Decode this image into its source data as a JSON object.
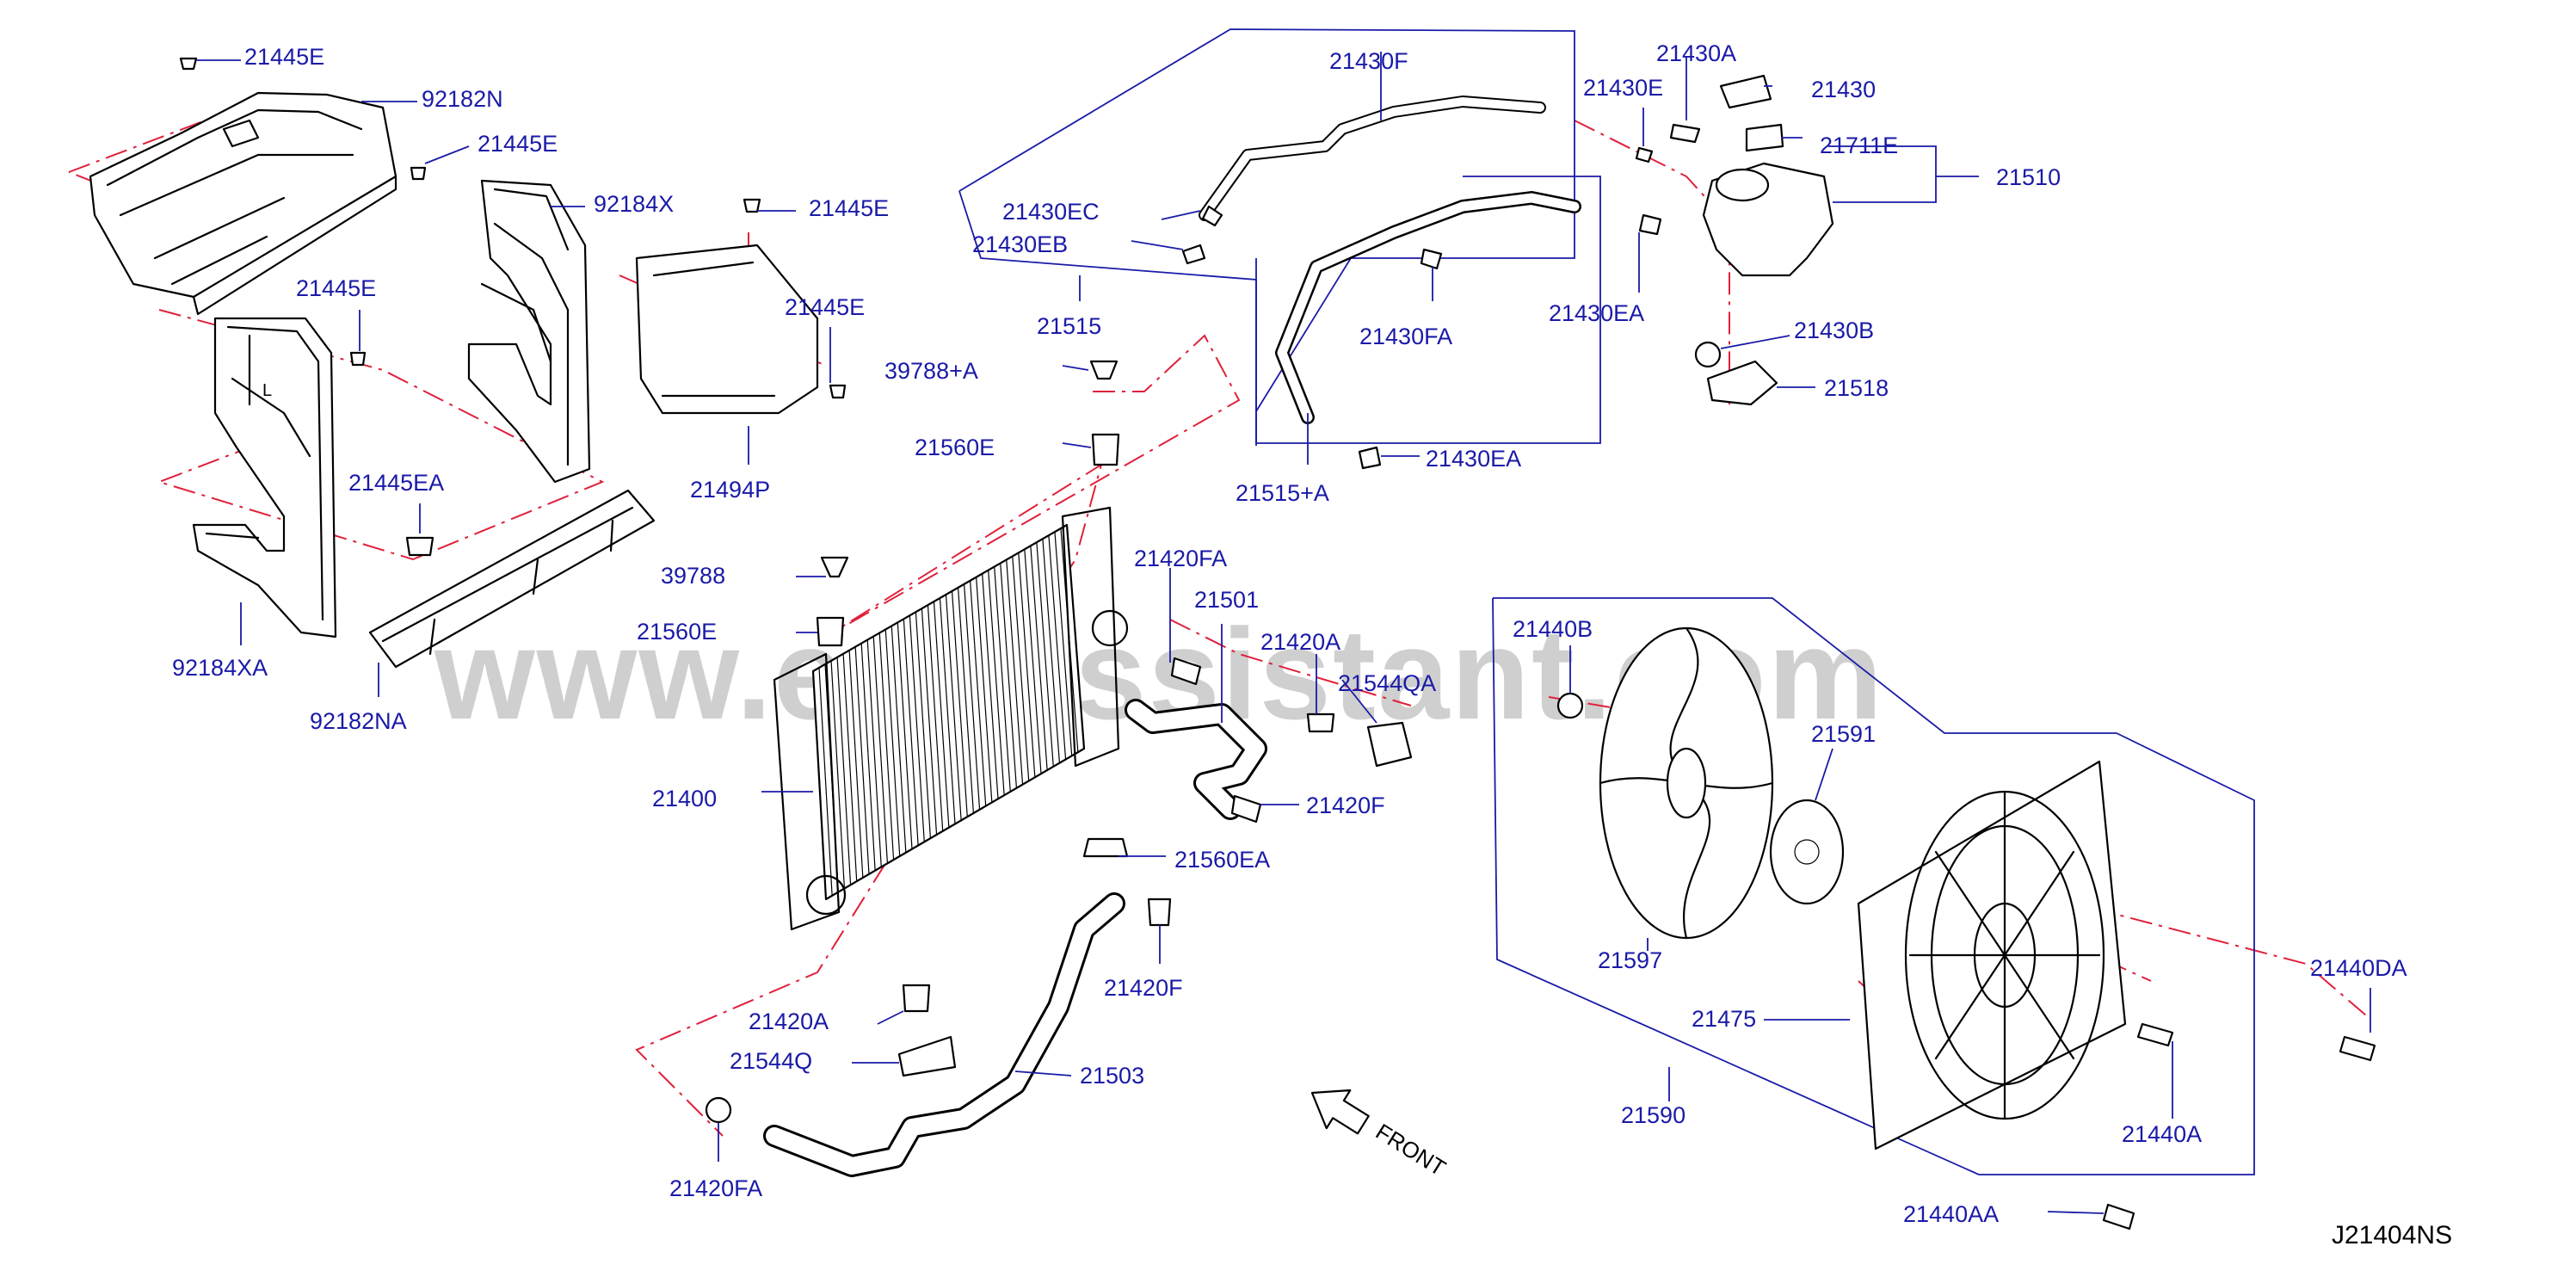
{
  "diagram": {
    "watermark": "www.epcassistant.com",
    "diagram_code": "J21404NS",
    "front_label": "FRONT",
    "labels": {
      "l21445E_a": "21445E",
      "l92182N": "92182N",
      "l21445E_b": "21445E",
      "l92184X": "92184X",
      "l21445E_c": "21445E",
      "l21445E_d": "21445E",
      "l21445E_e": "21445E",
      "l21445EA": "21445EA",
      "l92184XA": "92184XA",
      "l92182NA": "92182NA",
      "l21494P": "21494P",
      "l21430F": "21430F",
      "l21430EC": "21430EC",
      "l21430EB": "21430EB",
      "l21515": "21515",
      "l39788A": "39788+A",
      "l21560E_a": "21560E",
      "l21430FA": "21430FA",
      "l21430EA_a": "21430EA",
      "l21430EA_b": "21430EA",
      "l21515A": "21515+A",
      "l21430A": "21430A",
      "l21430E_top": "21430E",
      "l21430": "21430",
      "l21711E": "21711E",
      "l21510": "21510",
      "l21430B": "21430B",
      "l21518": "21518",
      "l39788": "39788",
      "l21560E_b": "21560E",
      "l21400": "21400",
      "l21420FA_a": "21420FA",
      "l21501": "21501",
      "l21420A_a": "21420A",
      "l21544QA": "21544QA",
      "l21420F_a": "21420F",
      "l21560EA": "21560EA",
      "l21420F_b": "21420F",
      "l21420A_b": "21420A",
      "l21544Q": "21544Q",
      "l21503": "21503",
      "l21420FA_b": "21420FA",
      "l21440B": "21440B",
      "l21591": "21591",
      "l21597": "21597",
      "l21475": "21475",
      "l21590": "21590",
      "l21440DA": "21440DA",
      "l21440A": "21440A",
      "l21440AA": "21440AA"
    }
  }
}
